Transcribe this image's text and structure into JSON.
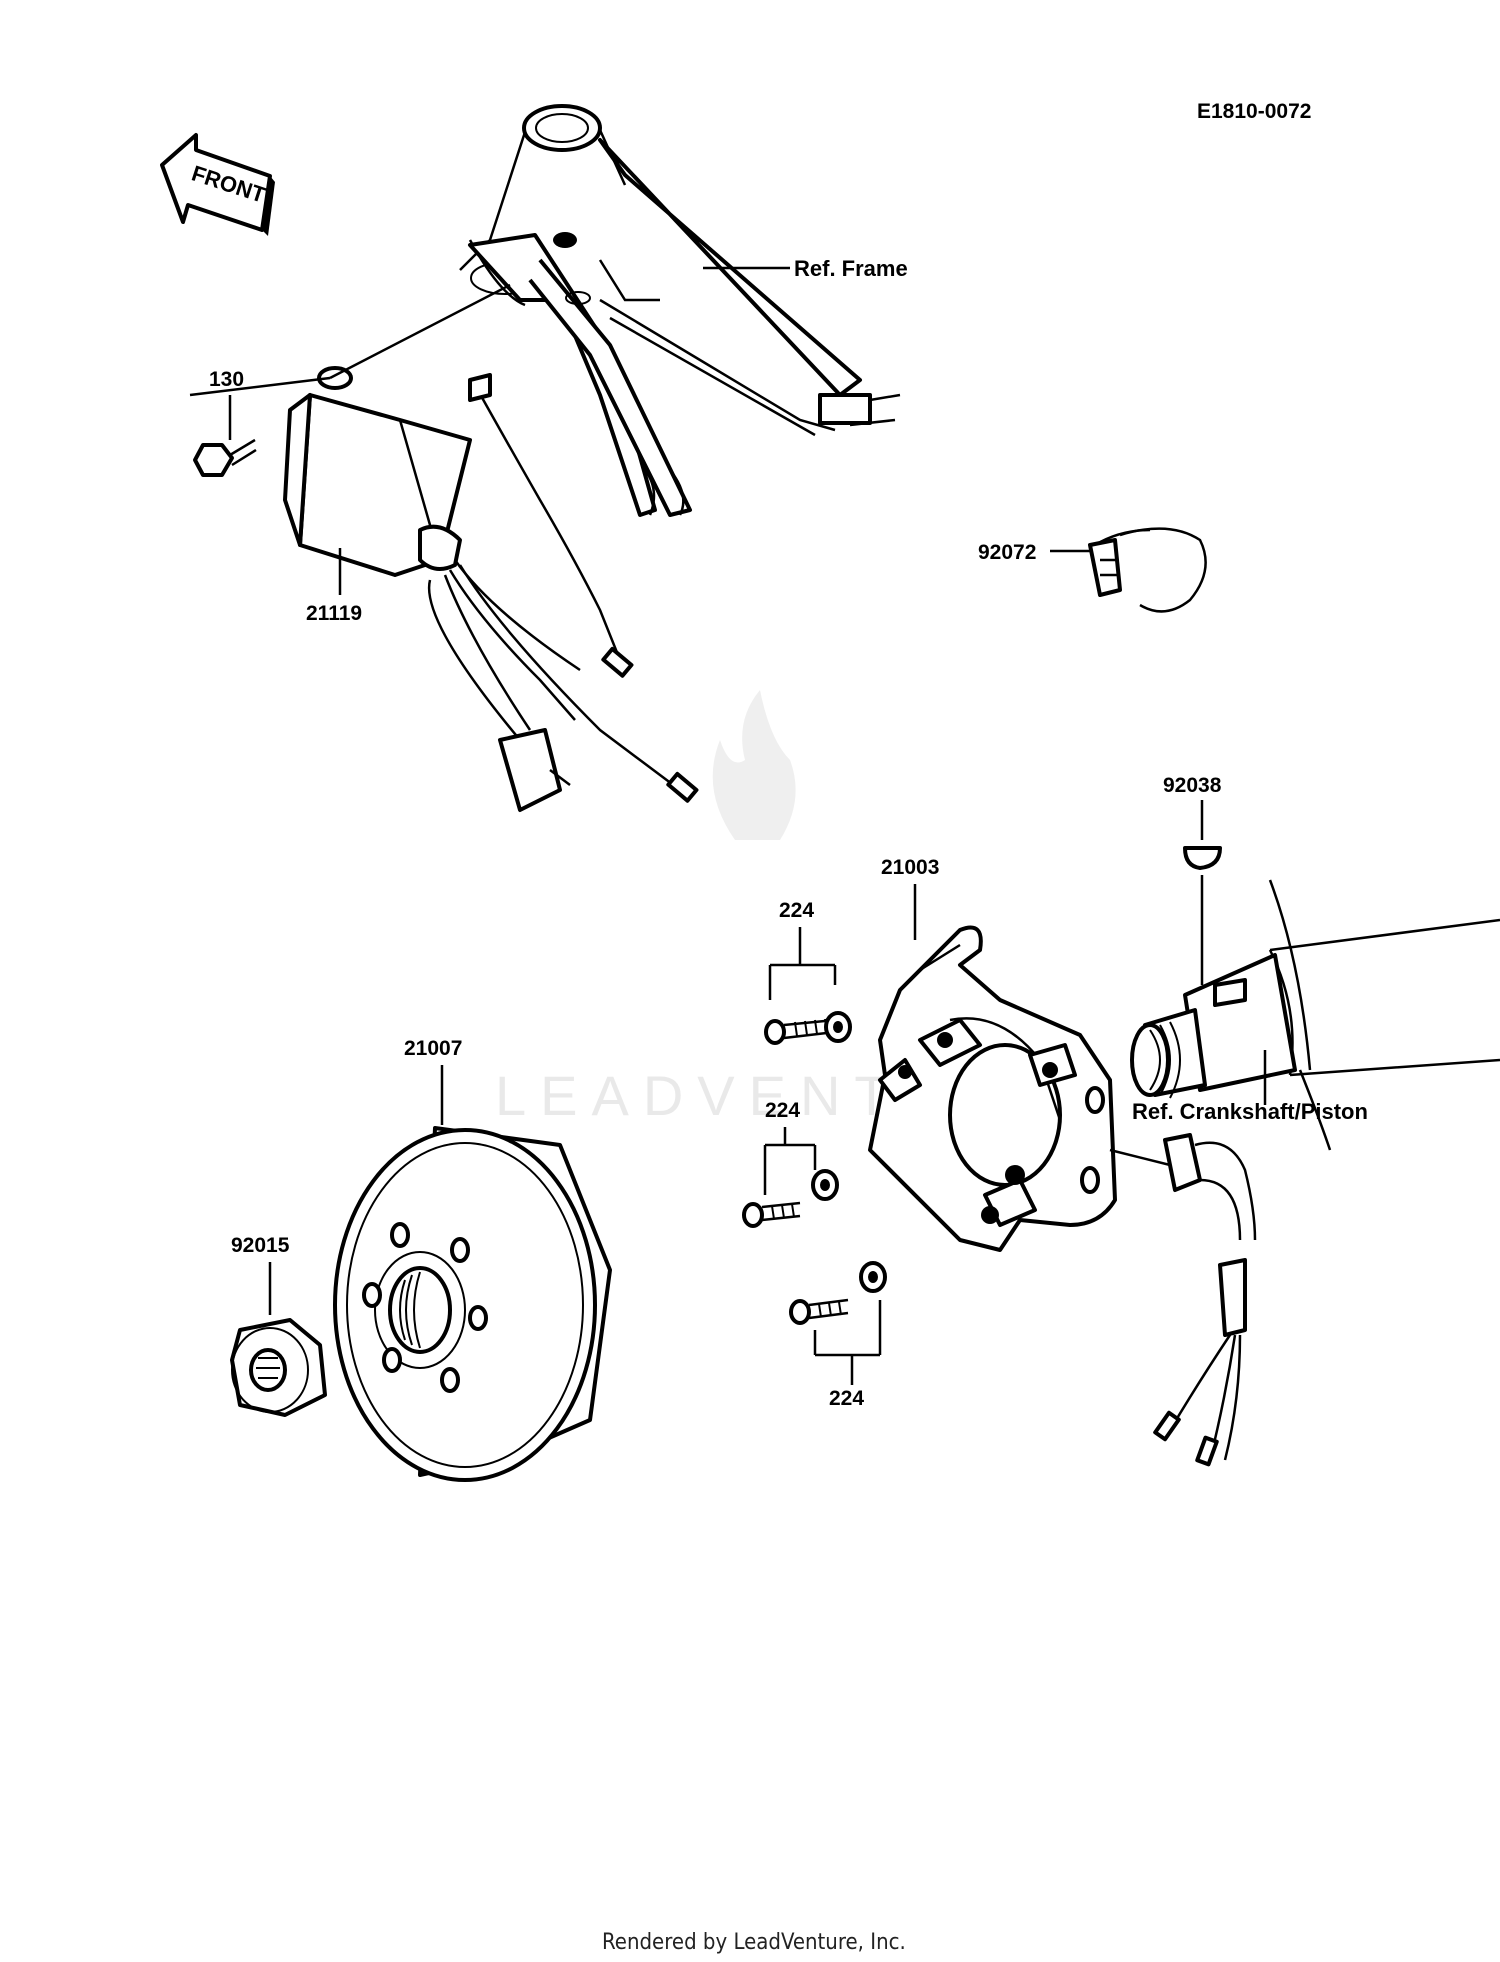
{
  "diagram_code": "E1810-0072",
  "front_arrow_text": "FRONT",
  "watermark": "LEADVENTURE",
  "footer": "Rendered by LeadVenture, Inc.",
  "labels": {
    "ref_frame": "Ref. Frame",
    "ref_crankshaft": "Ref. Crankshaft/Piston",
    "p130": "130",
    "p21119": "21119",
    "p92072": "92072",
    "p92038": "92038",
    "p21003": "21003",
    "p224_a": "224",
    "p224_b": "224",
    "p224_c": "224",
    "p21007": "21007",
    "p92015": "92015"
  }
}
